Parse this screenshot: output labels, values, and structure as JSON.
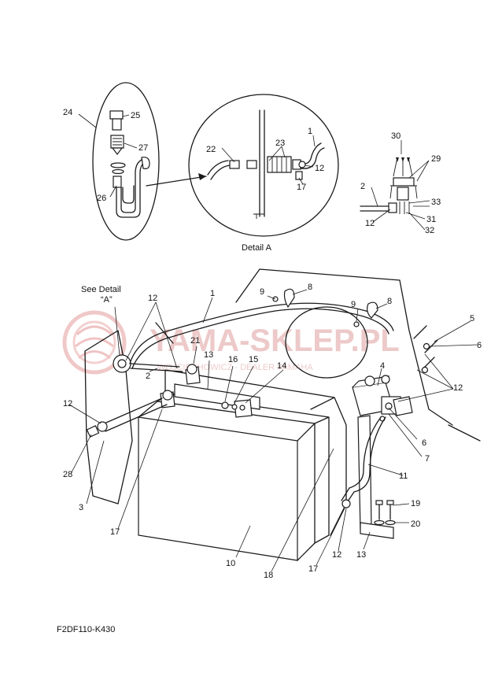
{
  "figure_code": "F2DF110-K430",
  "detail_caption": "Detail A",
  "see_detail_line1": "See Detail",
  "see_detail_line2": "“A”",
  "watermark": {
    "main": "YAMA-SKLEP.PL",
    "sub": "WOJCIECHOWICZ - DEALER YAMAHA",
    "color": "#e8b8b8"
  },
  "callouts": {
    "c1a": "1",
    "c1b": "1",
    "c2a": "2",
    "c2b": "2",
    "c3": "3",
    "c4": "4",
    "c5": "5",
    "c6a": "6",
    "c6b": "6",
    "c7": "7",
    "c8a": "8",
    "c8b": "8",
    "c9a": "9",
    "c9b": "9",
    "c10": "10",
    "c11": "11",
    "c12a": "12",
    "c12b": "12",
    "c12c": "12",
    "c12d": "12",
    "c12e": "12",
    "c12f": "12",
    "c13a": "13",
    "c13b": "13",
    "c14": "14",
    "c15": "15",
    "c16": "16",
    "c17a": "17",
    "c17b": "17",
    "c17c": "17",
    "c18": "18",
    "c19": "19",
    "c20": "20",
    "c21": "21",
    "c22": "22",
    "c23": "23",
    "c24": "24",
    "c25": "25",
    "c26": "26",
    "c27": "27",
    "c28": "28",
    "c29": "29",
    "c30": "30",
    "c31": "31",
    "c32": "32",
    "c33": "33"
  }
}
